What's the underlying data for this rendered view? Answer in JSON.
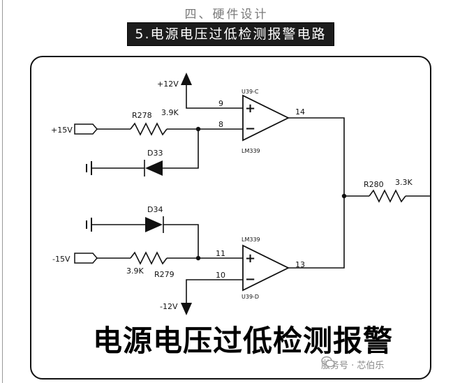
{
  "header": {
    "title": "四、硬件设计",
    "section_label": "5.电源电压过低检测报警电路"
  },
  "circuit": {
    "power": {
      "plus12": "+12V",
      "minus12": "-12V",
      "plus15": "+15V",
      "minus15": "-15V"
    },
    "components": {
      "r278_ref": "R278",
      "r278_val": "3.9K",
      "r279_ref": "R279",
      "r279_val": "3.9K",
      "r280_ref": "R280",
      "r280_val": "3.3K",
      "d33_ref": "D33",
      "d34_ref": "D34",
      "u39c_ref": "U39-C",
      "u39c_part": "LM339",
      "u39d_ref": "U39-D",
      "u39d_part": "LM339"
    },
    "pins": {
      "p9": "9",
      "p8": "8",
      "p14": "14",
      "p11": "11",
      "p10": "10",
      "p13": "13"
    },
    "signs": {
      "plus": "+",
      "minus": "−"
    }
  },
  "caption": "电源电压过低检测报警",
  "watermark": {
    "text": "服务号 · 芯伯乐",
    "icon": "wechat-icon"
  }
}
